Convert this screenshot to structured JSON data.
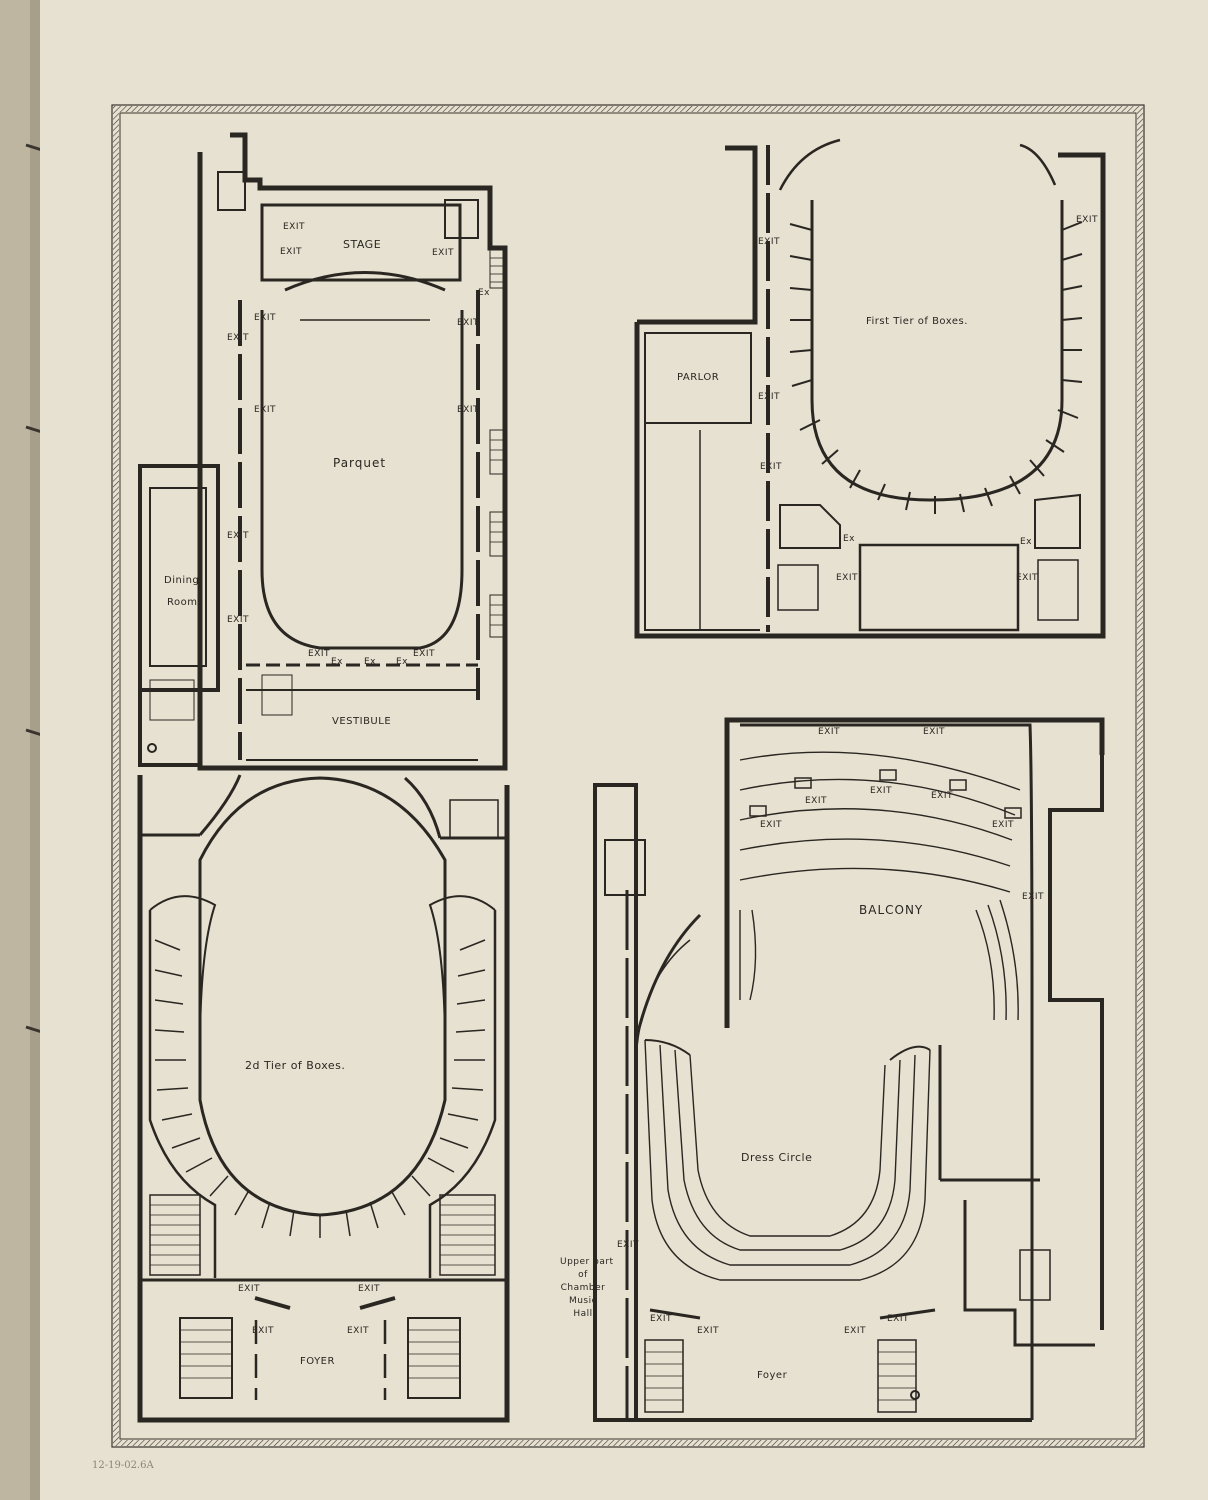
{
  "plans": {
    "parquet": {
      "title": "Parquet",
      "stage": "STAGE",
      "vestibule": "VESTIBULE",
      "dining_room_line1": "Dining",
      "dining_room_line2": "Room",
      "exit": "EXIT",
      "ex": "Ex"
    },
    "first_tier": {
      "title": "First Tier of Boxes.",
      "parlor": "PARLOR",
      "exit": "EXIT",
      "ex": "Ex"
    },
    "second_tier": {
      "title": "2d Tier of Boxes.",
      "foyer": "FOYER",
      "exit": "EXIT"
    },
    "balcony": {
      "title": "BALCONY",
      "exit": "EXIT"
    },
    "dress_circle": {
      "title": "Dress Circle",
      "foyer": "Foyer",
      "exit": "EXIT",
      "note_line1": "Upper part",
      "note_line2": "of",
      "note_line3": "Chamber",
      "note_line4": "Music",
      "note_line5": "Hall"
    }
  },
  "margin_note": "12-19-02.6A"
}
